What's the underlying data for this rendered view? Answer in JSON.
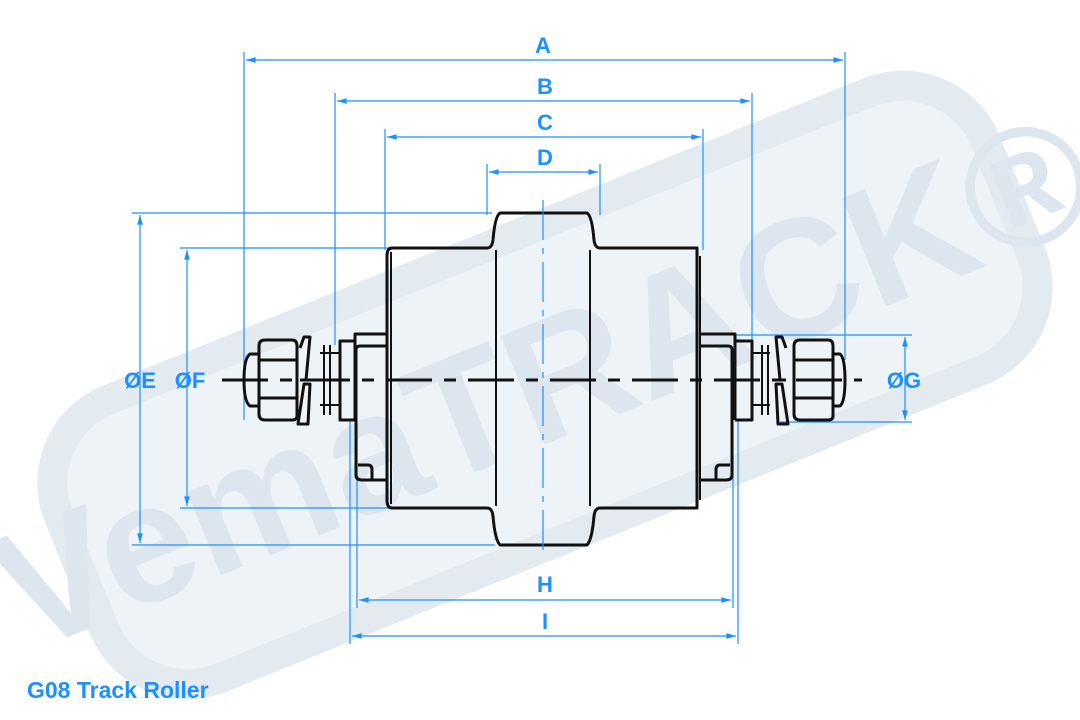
{
  "title": "G08 Track Roller",
  "watermark": "VemaTRACK®",
  "dimensions": {
    "A": "A",
    "B": "B",
    "C": "C",
    "D": "D",
    "E": "ØE",
    "F": "ØF",
    "G": "ØG",
    "H": "H",
    "I": "I"
  },
  "colors": {
    "dimension": "#1e8fff",
    "drawing": "#111111",
    "watermark": "#e9eff4"
  }
}
